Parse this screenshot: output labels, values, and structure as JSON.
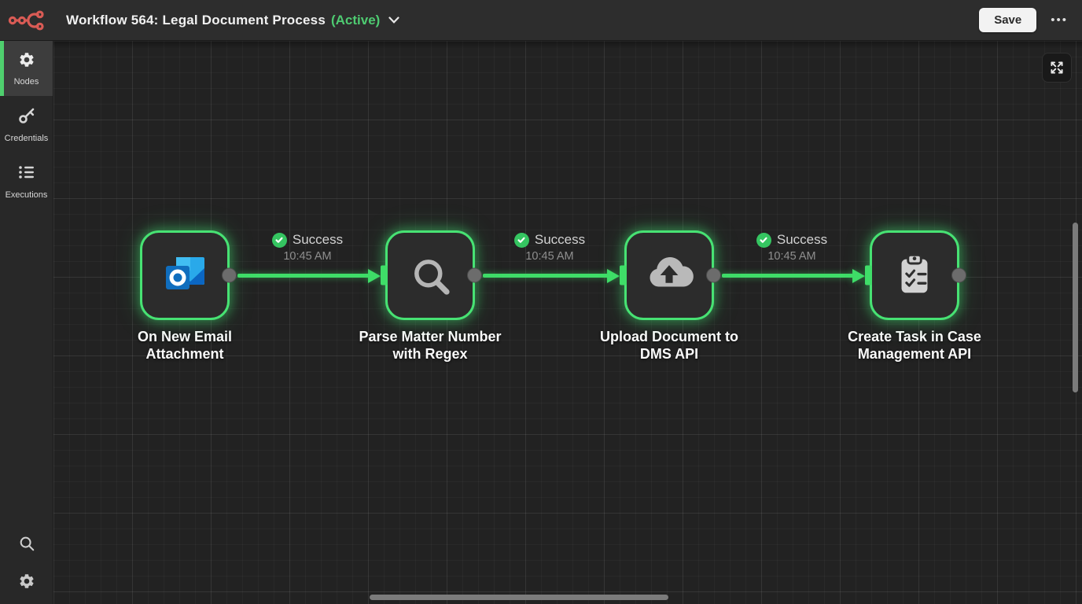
{
  "topbar": {
    "title": "Workflow 564: Legal Document Process",
    "status": "(Active)",
    "save_label": "Save",
    "more_label": "•••"
  },
  "sidebar": {
    "items": [
      {
        "label": "Nodes",
        "icon": "gear-icon",
        "active": true
      },
      {
        "label": "Credentials",
        "icon": "key-icon",
        "active": false
      },
      {
        "label": "Executions",
        "icon": "list-icon",
        "active": false
      }
    ],
    "bottom_icons": [
      "search-icon",
      "settings-gear-icon"
    ]
  },
  "canvas": {
    "nodes": [
      {
        "title": "On New Email Attachment",
        "icon": "outlook-email-icon",
        "status": "success"
      },
      {
        "title": "Parse Matter Number with Regex",
        "icon": "search-icon",
        "status": "success"
      },
      {
        "title": "Upload Document to DMS API",
        "icon": "cloud-upload-icon",
        "status": "success"
      },
      {
        "title": "Create Task in Case Management API",
        "icon": "clipboard-check-icon",
        "status": "success"
      }
    ],
    "connections": [
      {
        "status": "Success",
        "time": "10:45 AM"
      },
      {
        "status": "Success",
        "time": "10:45 AM"
      },
      {
        "status": "Success",
        "time": "10:45 AM"
      }
    ],
    "controls": {
      "fit_view": "expand-arrows"
    }
  },
  "colors": {
    "accent_green": "#47e273",
    "connection_green": "#3fdd68",
    "success_badge_green": "#35c561",
    "status_text_green": "#4ecb71",
    "logo_red": "#d95b55",
    "topbar_bg": "#2d2d2d",
    "sidebar_bg": "#282828",
    "canvas_bg": "#222222",
    "node_bg": "#2c2c2c"
  }
}
